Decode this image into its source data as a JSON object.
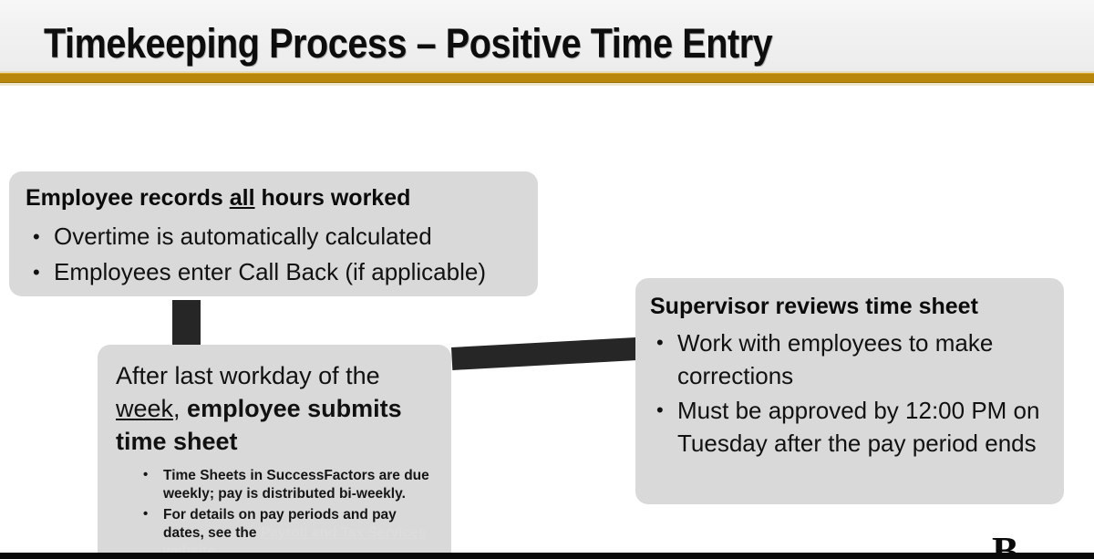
{
  "slide": {
    "title": "Timekeeping Process – Positive Time Entry",
    "accent_color": "#b8860b",
    "box_fill_color": "#d9d9d9",
    "connector_color": "#262626",
    "link_color": "#dcdcdc"
  },
  "boxes": {
    "employee": {
      "heading_before": "Employee records ",
      "heading_underlined": "all",
      "heading_after": " hours worked",
      "bullets": [
        "Overtime is automatically calculated",
        "Employees enter Call Back (if applicable)"
      ]
    },
    "submit": {
      "lead_part1": "After last workday of the ",
      "lead_underlined": "week",
      "lead_part2": ", ",
      "lead_bold": "employee submits time sheet",
      "bullets": [
        {
          "text_before": "Time Sheets in SuccessFactors are due weekly; pay is distributed bi-weekly.",
          "link_text": "",
          "text_after": ""
        },
        {
          "text_before": "For details on pay periods and pay dates, see the ",
          "link_text": "Payroll and Tax Services website",
          "text_after": "."
        }
      ]
    },
    "supervisor": {
      "heading": "Supervisor reviews time sheet",
      "bullets": [
        "Work with employees to make corrections",
        "Must be approved by 12:00 PM on Tuesday after the pay period ends"
      ]
    }
  },
  "footer": {
    "logo_letter": "B"
  }
}
